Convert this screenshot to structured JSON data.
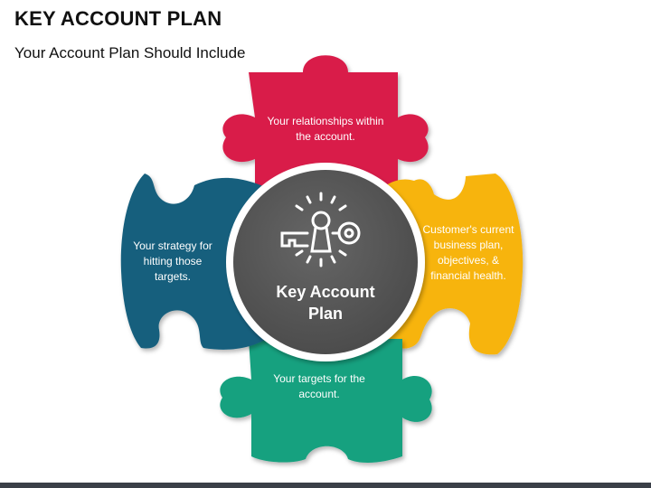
{
  "header": {
    "title": "KEY ACCOUNT PLAN",
    "subtitle": "Your Account Plan Should Include"
  },
  "diagram": {
    "center_label": "Key Account Plan",
    "center_icon": "key-lock-icon",
    "pieces": [
      {
        "position": "top",
        "color": "#d91a4a",
        "text": "Your relationships within the account."
      },
      {
        "position": "right",
        "color": "#f7b40d",
        "text": "Customer's current business plan, objectives, & financial health."
      },
      {
        "position": "bottom",
        "color": "#16a17f",
        "text": "Your targets for the account."
      },
      {
        "position": "left",
        "color": "#155f7d",
        "text": "Your strategy for hitting those targets."
      }
    ],
    "center_color": "#555555"
  }
}
